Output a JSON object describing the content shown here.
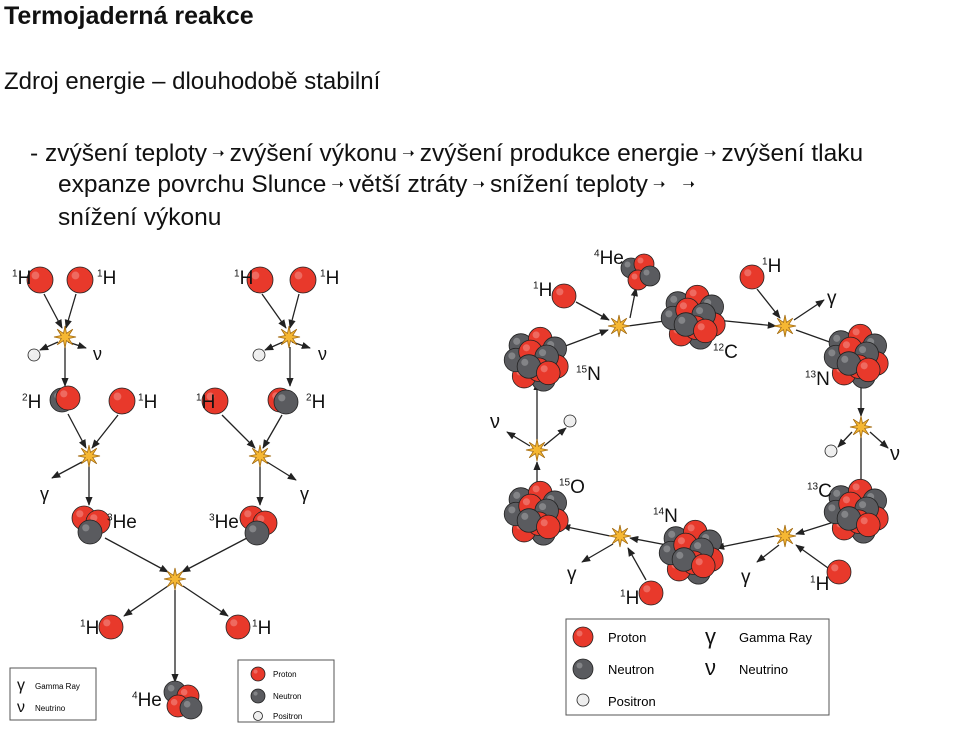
{
  "header": {
    "title": "Termojaderná reakce",
    "subtitle": "Zdroj energie – dlouhodobě stabilní"
  },
  "feedback_chain": {
    "prefix": "-",
    "steps": [
      "zvýšení teploty",
      "zvýšení výkonu",
      "zvýšení produkce energie",
      "zvýšení tlaku",
      "expanze povrchu Slunce",
      "větší ztráty",
      "snížení teploty",
      "snížení výkonu"
    ],
    "arrow": "➝"
  },
  "pp_chain": {
    "labels": {
      "h1_a": {
        "mass": "1",
        "el": "H"
      },
      "h1_b": {
        "mass": "1",
        "el": "H"
      },
      "h1_c": {
        "mass": "1",
        "el": "H"
      },
      "h1_d": {
        "mass": "1",
        "el": "H"
      },
      "nu_a": "ν",
      "nu_b": "ν",
      "h2_a": {
        "mass": "2",
        "el": "H"
      },
      "h1_e": {
        "mass": "1",
        "el": "H"
      },
      "h1_f": {
        "mass": "1",
        "el": "H"
      },
      "h2_b": {
        "mass": "2",
        "el": "H"
      },
      "gamma_a": "γ",
      "gamma_b": "γ",
      "he3_a": {
        "mass": "3",
        "el": "He"
      },
      "he3_b": {
        "mass": "3",
        "el": "He"
      },
      "h1_out_a": {
        "mass": "1",
        "el": "H"
      },
      "h1_out_b": {
        "mass": "1",
        "el": "H"
      },
      "he4": {
        "mass": "4",
        "el": "He"
      }
    },
    "legend_symbols": {
      "gamma": {
        "symbol": "γ",
        "label": "Gamma Ray"
      },
      "nu": {
        "symbol": "ν",
        "label": "Neutrino"
      }
    },
    "legend_particles": {
      "proton": "Proton",
      "neutron": "Neutron",
      "positron": "Positron"
    }
  },
  "cno_cycle": {
    "labels": {
      "he4": {
        "mass": "4",
        "el": "He"
      },
      "h1_top": {
        "mass": "1",
        "el": "H"
      },
      "h1_left": {
        "mass": "1",
        "el": "H"
      },
      "c12": {
        "mass": "12",
        "el": "C"
      },
      "n15": {
        "mass": "15",
        "el": "N"
      },
      "n13": {
        "mass": "13",
        "el": "N"
      },
      "gamma_top": "γ",
      "nu_left": "ν",
      "nu_right": "ν",
      "o15": {
        "mass": "15",
        "el": "O"
      },
      "c13": {
        "mass": "13",
        "el": "C"
      },
      "n14": {
        "mass": "14",
        "el": "N"
      },
      "gamma_bl": "γ",
      "gamma_br": "γ",
      "h1_bottom": {
        "mass": "1",
        "el": "H"
      },
      "h1_br": {
        "mass": "1",
        "el": "H"
      }
    },
    "legend": {
      "proton": "Proton",
      "neutron": "Neutron",
      "positron": "Positron",
      "gamma": {
        "symbol": "γ",
        "label": "Gamma Ray"
      },
      "nu": {
        "symbol": "ν",
        "label": "Neutrino"
      }
    }
  },
  "colors": {
    "proton": "#e8392b",
    "neutron": "#5a5b5f",
    "positron": "#eeeeee",
    "star": "#f5b733"
  }
}
